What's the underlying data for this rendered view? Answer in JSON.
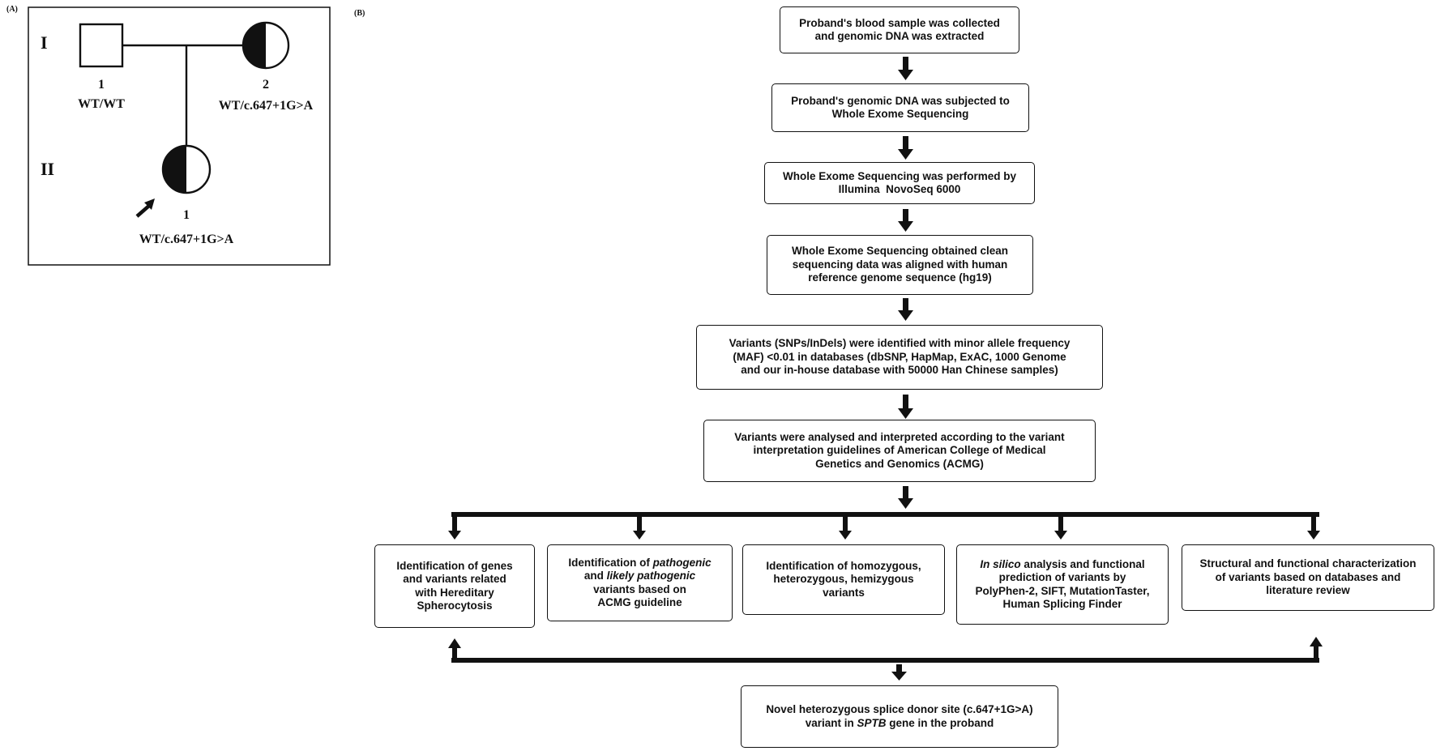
{
  "panel_a": {
    "label": "(A)",
    "gen_1": "I",
    "gen_2": "II",
    "father": {
      "number": "1",
      "genotype": "WT/WT"
    },
    "mother": {
      "number": "2",
      "genotype": "WT/c.647+1G>A"
    },
    "proband": {
      "number": "1",
      "genotype": "WT/c.647+1G>A"
    }
  },
  "panel_b": {
    "label": "(B)",
    "steps": [
      {
        "lines": [
          "Proband's blood sample was collected",
          "and genomic DNA was extracted"
        ]
      },
      {
        "lines": [
          "Proband's genomic DNA was subjected to",
          "Whole Exome Sequencing"
        ]
      },
      {
        "lines": [
          "Whole Exome Sequencing was performed by",
          "Illumina  NovoSeq 6000"
        ]
      },
      {
        "lines": [
          "Whole Exome Sequencing obtained clean",
          "sequencing data was aligned with human",
          "reference genome sequence (hg19)"
        ]
      },
      {
        "lines": [
          "Variants (SNPs/InDels) were identified with minor allele frequency",
          "(MAF) <0.01 in databases (dbSNP, HapMap, ExAC, 1000 Genome",
          "and our in-house database with 50000 Han Chinese samples)"
        ]
      },
      {
        "lines": [
          "Variants were analysed and interpreted according to the variant",
          "interpretation guidelines of American College of Medical",
          "Genetics and Genomics (ACMG)"
        ]
      }
    ],
    "branches": {
      "b1": [
        "Identification of genes",
        "and variants related",
        "with Hereditary",
        "Spherocytosis"
      ],
      "b2": {
        "l1_a": "Identification of ",
        "l1_b": "pathogenic",
        "l2_a": "and ",
        "l2_b": "likely pathogenic",
        "l3": "variants based on",
        "l4": "ACMG guideline"
      },
      "b3": [
        "Identification of homozygous,",
        "heterozygous, hemizygous",
        "variants"
      ],
      "b4": {
        "l1_a": "In silico",
        "l1_b": " analysis and functional",
        "l2": "prediction of variants by",
        "l3": "PolyPhen-2, SIFT, MutationTaster,",
        "l4": "Human Splicing Finder"
      },
      "b5": [
        "Structural and functional characterization",
        "of variants based on databases and",
        "literature review"
      ]
    },
    "result": {
      "l1": "Novel heterozygous splice donor site (c.647+1G>A)",
      "l2_a": "variant in ",
      "l2_b": "SPTB",
      "l2_c": " gene in the proband"
    }
  }
}
